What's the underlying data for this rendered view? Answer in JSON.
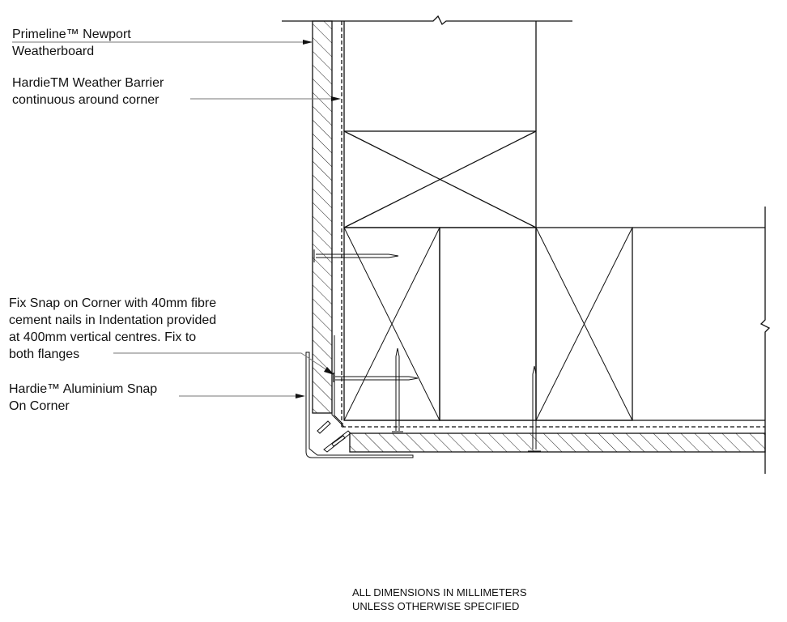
{
  "labels": {
    "weatherboard": "Primeline™ Newport\nWeatherboard",
    "weather_barrier": "HardieTM Weather Barrier\ncontinuous around corner",
    "fix_snap": "Fix Snap on Corner with 40mm fibre\ncement nails in Indentation provided\nat 400mm vertical centres. Fix to\nboth flanges",
    "snap_corner": "Hardie™ Aluminium Snap\nOn Corner"
  },
  "note": "ALL DIMENSIONS IN MILLIMETERS\nUNLESS OTHERWISE SPECIFIED"
}
